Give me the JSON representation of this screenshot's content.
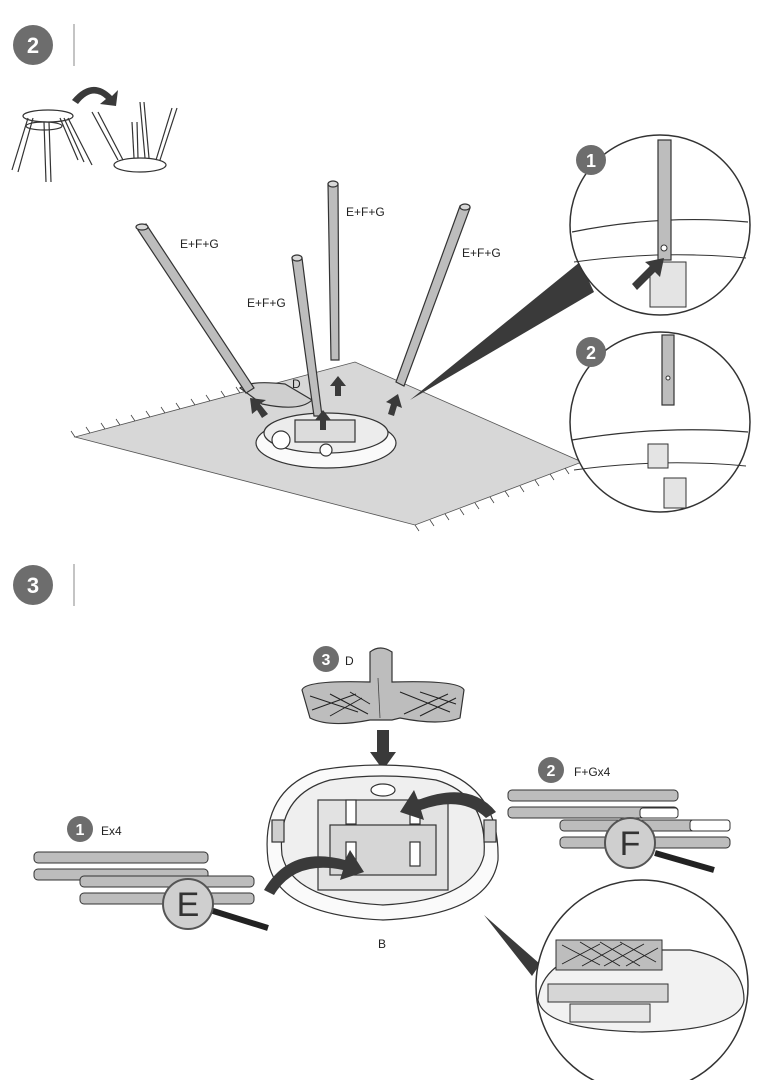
{
  "steps": {
    "step2": {
      "number": "2",
      "tube_labels": [
        "E+F+G",
        "E+F+G",
        "E+F+G",
        "E+F+G"
      ],
      "base_label": "D",
      "detail_1_number": "1",
      "detail_2_number": "2"
    },
    "step3": {
      "number": "3",
      "sub1": {
        "number": "1",
        "label": "Ex4",
        "magnifier_letter": "E"
      },
      "sub2": {
        "number": "2",
        "label": "F+Gx4",
        "magnifier_letter": "F"
      },
      "sub3": {
        "number": "3",
        "label": "D"
      },
      "base_label": "B"
    }
  },
  "colors": {
    "badge": "#6d6d6d",
    "tube": "#bdbdbd",
    "outline": "#333333",
    "arrow": "#3a3a3a",
    "mat": "#d7d7d7"
  }
}
